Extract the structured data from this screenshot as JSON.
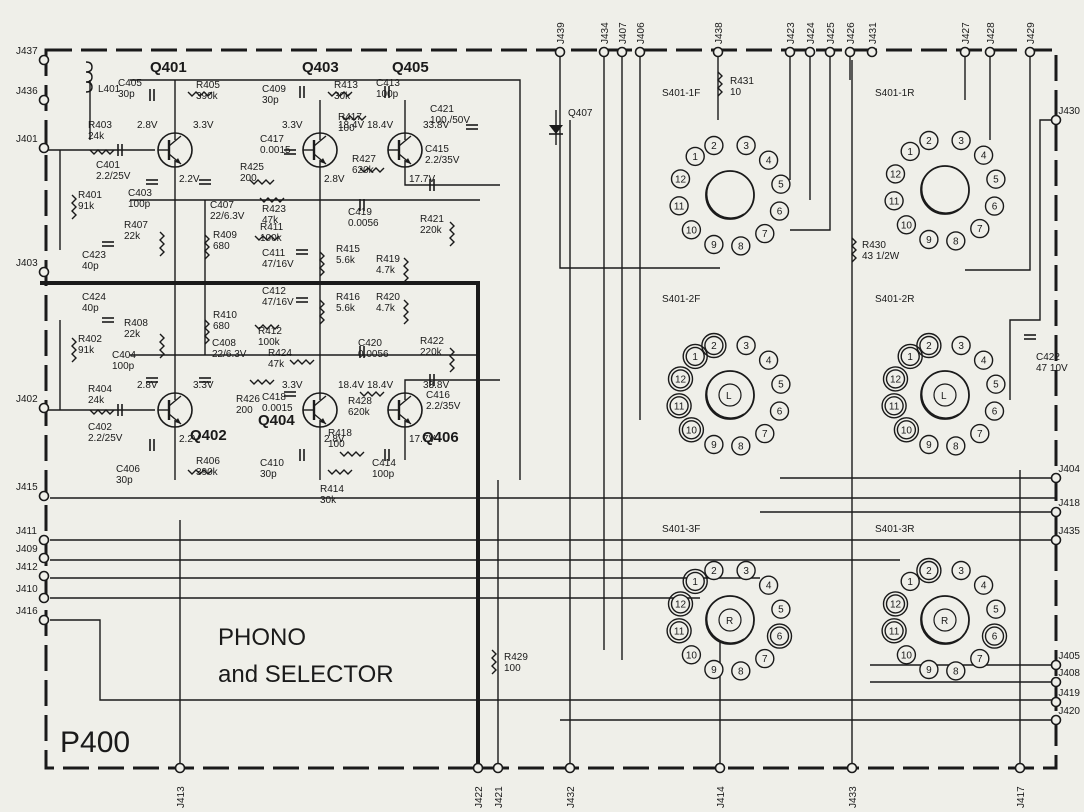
{
  "board": {
    "title_line1": "PHONO",
    "title_line2": "and SELECTOR",
    "panel": "P400"
  },
  "jacks_left": [
    "J437",
    "J436",
    "J401",
    "J403",
    "J402",
    "J415",
    "J411",
    "J409",
    "J412",
    "J410",
    "J416"
  ],
  "jacks_top": [
    "J439",
    "J434",
    "J407",
    "J406",
    "J438",
    "J423",
    "J424",
    "J425",
    "J426",
    "J431",
    "J427",
    "J428",
    "J429"
  ],
  "jacks_right": [
    "J430",
    "J404",
    "J418",
    "J435",
    "J405",
    "J408",
    "J419",
    "J420"
  ],
  "jacks_bottom": [
    "J413",
    "J422",
    "J421",
    "J432",
    "J414",
    "J433",
    "J417"
  ],
  "transistors": [
    {
      "name": "Q401",
      "vc": "3.3V",
      "vb": "2.8V",
      "ve": "2.2V"
    },
    {
      "name": "Q403",
      "vc": "18.4V",
      "vb": "3.3V",
      "ve": "2.8V"
    },
    {
      "name": "Q405",
      "vc": "33.8V",
      "vb": "18.4V",
      "ve": "17.7V"
    },
    {
      "name": "Q402",
      "vc": "3.3V",
      "vb": "2.8V",
      "ve": "2.2V"
    },
    {
      "name": "Q404",
      "vc": "18.4V",
      "vb": "3.3V",
      "ve": "2.8V"
    },
    {
      "name": "Q406",
      "vc": "33.8V",
      "vb": "18.4V",
      "ve": "17.7V"
    }
  ],
  "diode": {
    "name": "Q407"
  },
  "inductor": {
    "name": "L401"
  },
  "resistors": [
    {
      "ref": "R401",
      "val": "91k"
    },
    {
      "ref": "R402",
      "val": "91k"
    },
    {
      "ref": "R403",
      "val": "24k"
    },
    {
      "ref": "R404",
      "val": "24k"
    },
    {
      "ref": "R405",
      "val": "390k"
    },
    {
      "ref": "R406",
      "val": "390k"
    },
    {
      "ref": "R407",
      "val": "22k"
    },
    {
      "ref": "R408",
      "val": "22k"
    },
    {
      "ref": "R409",
      "val": "680"
    },
    {
      "ref": "R410",
      "val": "680"
    },
    {
      "ref": "R411",
      "val": "100k"
    },
    {
      "ref": "R412",
      "val": "100k"
    },
    {
      "ref": "R413",
      "val": "30k"
    },
    {
      "ref": "R414",
      "val": "30k"
    },
    {
      "ref": "R415",
      "val": "5.6k"
    },
    {
      "ref": "R416",
      "val": "5.6k"
    },
    {
      "ref": "R417",
      "val": "100"
    },
    {
      "ref": "R418",
      "val": "100"
    },
    {
      "ref": "R419",
      "val": "4.7k"
    },
    {
      "ref": "R420",
      "val": "4.7k"
    },
    {
      "ref": "R421",
      "val": "220k"
    },
    {
      "ref": "R422",
      "val": "220k"
    },
    {
      "ref": "R423",
      "val": "47k"
    },
    {
      "ref": "R424",
      "val": "47k"
    },
    {
      "ref": "R425",
      "val": "200"
    },
    {
      "ref": "R426",
      "val": "200"
    },
    {
      "ref": "R427",
      "val": "620k"
    },
    {
      "ref": "R428",
      "val": "620k"
    },
    {
      "ref": "R429",
      "val": "100"
    },
    {
      "ref": "R430",
      "val": "43 1/2W"
    },
    {
      "ref": "R431",
      "val": "10"
    }
  ],
  "capacitors": [
    {
      "ref": "C401",
      "val": "2.2/25V"
    },
    {
      "ref": "C402",
      "val": "2.2/25V"
    },
    {
      "ref": "C403",
      "val": "100p"
    },
    {
      "ref": "C404",
      "val": "100p"
    },
    {
      "ref": "C405",
      "val": "30p"
    },
    {
      "ref": "C406",
      "val": "30p"
    },
    {
      "ref": "C407",
      "val": "22/6.3V"
    },
    {
      "ref": "C408",
      "val": "22/6.3V"
    },
    {
      "ref": "C409",
      "val": "30p"
    },
    {
      "ref": "C410",
      "val": "30p"
    },
    {
      "ref": "C411",
      "val": "47/16V"
    },
    {
      "ref": "C412",
      "val": "47/16V"
    },
    {
      "ref": "C413",
      "val": "100p"
    },
    {
      "ref": "C414",
      "val": "100p"
    },
    {
      "ref": "C415",
      "val": "2.2/35V"
    },
    {
      "ref": "C416",
      "val": "2.2/35V"
    },
    {
      "ref": "C417",
      "val": "0.0015"
    },
    {
      "ref": "C418",
      "val": "0.0015"
    },
    {
      "ref": "C419",
      "val": "0.0056"
    },
    {
      "ref": "C420",
      "val": "0.0056"
    },
    {
      "ref": "C421",
      "val": "100 /50V"
    },
    {
      "ref": "C422",
      "val": "47 10V"
    },
    {
      "ref": "C423",
      "val": "40p"
    },
    {
      "ref": "C424",
      "val": "40p"
    }
  ],
  "switches": [
    {
      "name": "S401-1F",
      "rotor": ""
    },
    {
      "name": "S401-1R",
      "rotor": ""
    },
    {
      "name": "S401-2F",
      "rotor": "L"
    },
    {
      "name": "S401-2R",
      "rotor": "L"
    },
    {
      "name": "S401-3F",
      "rotor": "R"
    },
    {
      "name": "S401-3R",
      "rotor": "R"
    }
  ],
  "switch_pins": [
    "1",
    "2",
    "3",
    "4",
    "5",
    "6",
    "7",
    "8",
    "9",
    "10",
    "11",
    "12"
  ]
}
